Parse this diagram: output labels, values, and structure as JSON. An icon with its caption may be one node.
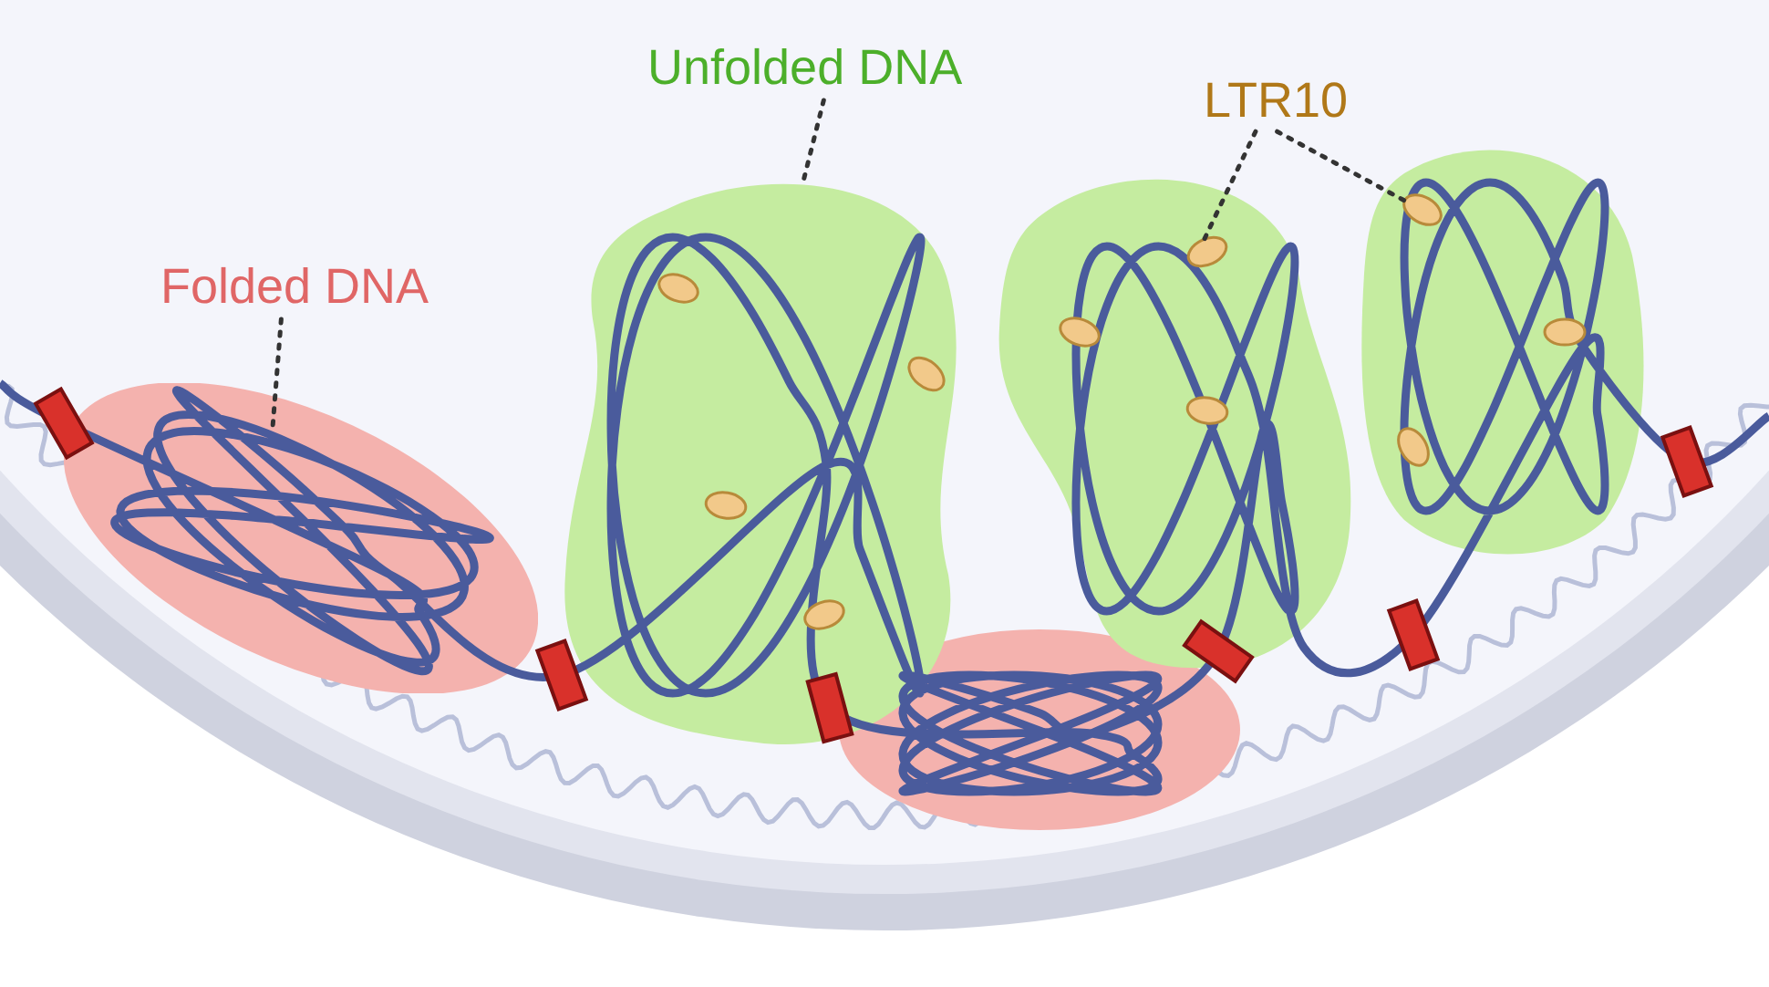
{
  "diagram": {
    "nodes": [
      {
        "text": [
          "Folded DNA"
        ]
      },
      {
        "text": [],
        "shape": "blob"
      },
      {
        "text": [
          "Unfolded DNA"
        ]
      },
      {
        "text": [],
        "shape": "blob"
      },
      {
        "text": [
          "LTR10"
        ]
      },
      {
        "text": [],
        "shape": "oval"
      },
      {
        "text": [],
        "shape": "oval"
      }
    ],
    "edges": [
      {
        "from": 0,
        "to": 1,
        "arrow": "none"
      },
      {
        "from": 2,
        "to": 3,
        "arrow": "none"
      },
      {
        "from": 4,
        "to": 5,
        "arrow": "none"
      },
      {
        "from": 4,
        "to": 6,
        "arrow": "none"
      }
    ]
  }
}
